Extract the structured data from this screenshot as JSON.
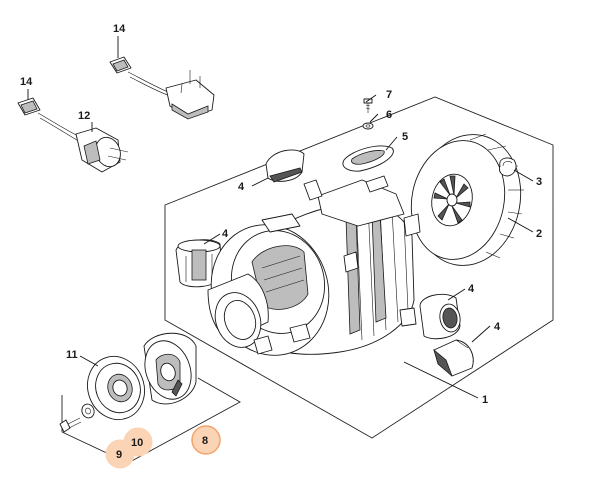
{
  "labels": {
    "cord_plug_us": "14",
    "cord_plug_eu_cap": "14",
    "cord_eu": "12",
    "screw": "7",
    "washer": "6",
    "seal": "5",
    "brush_top": "4",
    "circlip": "3",
    "fan": "2",
    "brush_holder": "4",
    "brush_right_upper": "4",
    "brush_right_lower": "4",
    "motor_housing": "1",
    "bearing": "11",
    "cover": "8",
    "ring": "10",
    "bolt": "9"
  },
  "highlight_color": "#f4a46a",
  "highlight_fill": "#fbd3b5"
}
